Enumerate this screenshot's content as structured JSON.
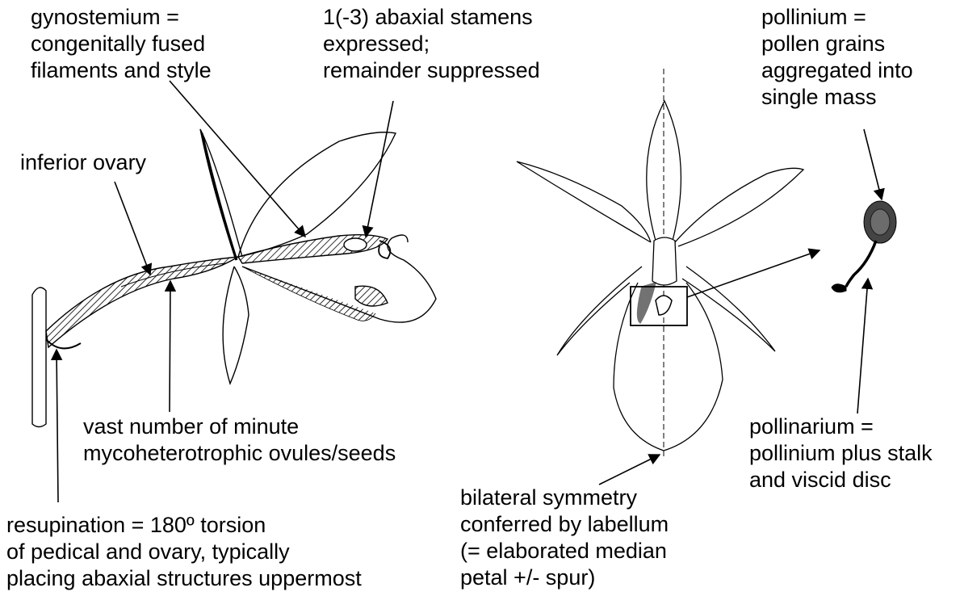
{
  "labels": {
    "gynostemium": [
      "gynostemium =",
      "congenitally fused",
      "filaments and style"
    ],
    "stamens": [
      "1(-3) abaxial stamens",
      "expressed;",
      "remainder suppressed"
    ],
    "pollinium": [
      "pollinium =",
      "pollen grains",
      "aggregated into",
      "single mass"
    ],
    "inferior_ovary": [
      "inferior ovary"
    ],
    "ovules": [
      "vast number of minute",
      "mycoheterotrophic ovules/seeds"
    ],
    "pollinarium": [
      "pollinarium =",
      "pollinium plus stalk",
      "and viscid disc"
    ],
    "resupination": [
      "resupination = 180º  torsion",
      "of pedical and ovary, typically",
      "placing abaxial structures uppermost"
    ],
    "symmetry": [
      "bilateral symmetry",
      "conferred by labellum",
      "(= elaborated median",
      "petal +/- spur)"
    ]
  },
  "colors": {
    "ink": "#000000",
    "background": "#ffffff"
  }
}
